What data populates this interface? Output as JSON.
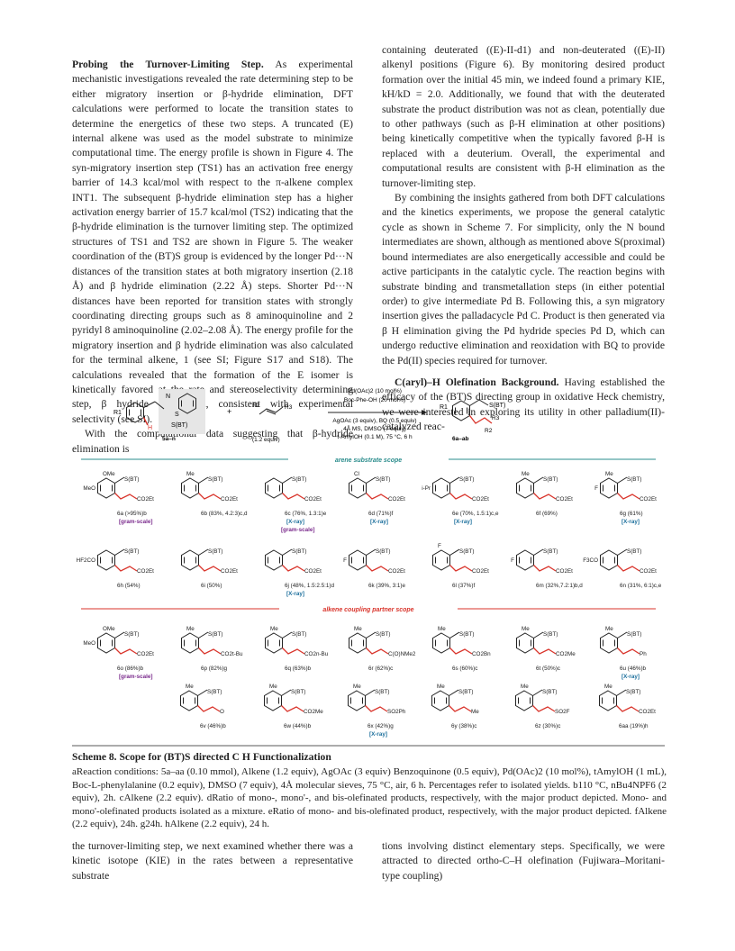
{
  "left_column": {
    "heading": "Probing the Turnover-Limiting Step.",
    "paragraphs": [
      "As experimental mechanistic investigations revealed the rate determining step to be either migratory insertion or β-hydride elimination, DFT calculations were performed to locate the transition states to determine the energetics of these two steps. A truncated (E) internal alkene was used as the model substrate to minimize computational time. The energy profile is shown in Figure 4. The syn-migratory insertion step (TS1) has an activation free energy barrier of 14.3 kcal/mol with respect to the π-alkene complex INT1. The subsequent β-hydride elimination step has a higher activation energy barrier of 15.7 kcal/mol (TS2) indicating that the β-hydride elimination is the turnover limiting step. The optimized structures of TS1 and TS2 are shown in Figure 5. The weaker coordination of the (BT)S group is evidenced by the longer Pd···N distances of the transition states at both migratory insertion (2.18 Å) and β hydride elimination (2.22 Å) steps. Shorter Pd···N distances have been reported for transition states with strongly coordinating directing groups such as 8 aminoquinoline and 2 pyridyl 8 aminoquinoline (2.02–2.08 Å). The energy profile for the migratory insertion and β hydride elimination was also calculated for the terminal alkene, 1 (see SI; Figure S17 and S18). The calculations revealed that the formation of the E isomer is kinetically favored at the rate and stereoselectivity determining step, β hydride elimination, consistent with experimental selectivity (see SI).",
      "With the computational data suggesting that β-hydride elimination is"
    ]
  },
  "right_column": {
    "paragraphs": [
      "containing deuterated ((E)-II-d1) and non-deuterated ((E)-II) alkenyl positions (Figure 6). By monitoring desired product formation over the initial 45 min, we indeed found a primary KIE, kH/kD = 2.0. Additionally, we found that with the deuterated substrate the product distribution was not as clean, potentially due to other pathways (such as β-H elimination at other positions) being kinetically competitive when the typically favored β-H is replaced with a deuterium. Overall, the experimental and computational results are consistent with β-H elimination as the turnover-limiting step.",
      "By combining the insights gathered from both DFT calculations and the kinetics experiments, we propose the general catalytic cycle as shown in Scheme 7. For simplicity, only the N bound intermediates are shown, although as mentioned above S(proximal) bound intermediates are also energetically accessible and could be active participants in the catalytic cycle. The reaction begins with substrate binding and transmetallation steps (in either potential order) to give intermediate Pd B. Following this, a syn migratory insertion gives the palladacycle Pd C. Product is then generated via β H elimination giving the Pd hydride species Pd D, which can undergo reductive elimination and reoxidation with BQ to provide the Pd(II) species required for turnover."
    ],
    "heading": "C(aryl)–H Olefination Background.",
    "heading_text": "Having established the efficacy of the (BT)S directing group in oxidative Heck chemistry, we were interested in exploring its utility in other palladium(II)-catalyzed reac-"
  },
  "scheme": {
    "reaction": {
      "substrate_label": "5a–n",
      "substrate_group": "S(BT)",
      "alkene_equiv": "(1.2 equiv)",
      "product_label": "6a–ab",
      "conditions": [
        "Pd(OAc)2 (10 mol%)",
        "Boc-Phe-OH (20 mol%)",
        "AgOAc (3 equiv), BQ (0.5 equiv)",
        "4Å MS, DMSO (7 equiv)",
        "t-AmylOH (0.1 M), 75 °C, 6 h"
      ],
      "plus": "+"
    },
    "section_arene": "arene substrate scope",
    "section_alkene": "alkene coupling partner scope",
    "compounds_row1": [
      {
        "id": "6a",
        "yield": "(>95%)b",
        "note": "[gram-scale]",
        "note_color": "#7a2a8c"
      },
      {
        "id": "6b",
        "yield": "(83%, 4.2:3)c,d",
        "note": "",
        "note_color": ""
      },
      {
        "id": "6c",
        "yield": "(76%, 1.3:1)e",
        "note": "[X-ray]",
        "note2": "[gram-scale]",
        "note_color": "#1c6f9c"
      },
      {
        "id": "6d",
        "yield": "(71%)f",
        "note": "[X-ray]",
        "note_color": "#1c6f9c"
      },
      {
        "id": "6e",
        "yield": "(70%, 1.5:1)c,e",
        "note": "[X-ray]",
        "note_color": "#1c6f9c"
      },
      {
        "id": "6f",
        "yield": "(69%)",
        "note": "",
        "note_color": ""
      },
      {
        "id": "6g",
        "yield": "(61%)",
        "note": "[X-ray]",
        "note_color": "#1c6f9c"
      }
    ],
    "compounds_row2": [
      {
        "id": "6h",
        "yield": "(54%)",
        "note": ""
      },
      {
        "id": "6i",
        "yield": "(50%)",
        "note": ""
      },
      {
        "id": "6j",
        "yield": "(48%, 1.5:2.5:1)d",
        "note": "[X-ray]"
      },
      {
        "id": "6k",
        "yield": "(39%, 3:1)e",
        "note": ""
      },
      {
        "id": "6l",
        "yield": "(37%)f",
        "note": ""
      },
      {
        "id": "6m",
        "yield": "(32%,7.2:1)b,d",
        "note": ""
      },
      {
        "id": "6n",
        "yield": "(31%, 6:1)c,e",
        "note": ""
      }
    ],
    "compounds_row3": [
      {
        "id": "6o",
        "yield": "(86%)b",
        "note": "[gram-scale]"
      },
      {
        "id": "6p",
        "yield": "(82%)g",
        "sub": "CO2t-Bu"
      },
      {
        "id": "6q",
        "yield": "(63%)b",
        "sub": "CO2n-Bu"
      },
      {
        "id": "6r",
        "yield": "(62%)c",
        "sub": "C(O)NMe2"
      },
      {
        "id": "6s",
        "yield": "(60%)c",
        "sub": "CO2Bn"
      },
      {
        "id": "6t",
        "yield": "(50%)c",
        "sub": "CO2Me"
      },
      {
        "id": "6u",
        "yield": "(46%)b",
        "sub": "Ph",
        "note": "[X-ray]"
      }
    ],
    "compounds_row4": [
      {
        "id": "6v",
        "yield": "(46%)b",
        "sub": "O",
        "sub2": "Me"
      },
      {
        "id": "6w",
        "yield": "(44%)b",
        "sub": "CO2Me"
      },
      {
        "id": "6x",
        "yield": "(42%)g",
        "sub": "SO2Ph",
        "note": "[X-ray]"
      },
      {
        "id": "6y",
        "yield": "(38%)c",
        "sub": "Me"
      },
      {
        "id": "6z",
        "yield": "(30%)c",
        "sub": "SO2F"
      },
      {
        "id": "6aa",
        "yield": "(19%)h",
        "sub": "CO2Et",
        "sub2": "Me"
      }
    ],
    "labels": {
      "sbt": "S(BT)",
      "co2et": "CO2Et",
      "ome": "OMe",
      "meo": "MeO",
      "me": "Me",
      "cl": "Cl",
      "ipr": "i-Pr",
      "f": "F",
      "hf2co": "HF2CO",
      "f3co": "F3CO",
      "r1": "R1",
      "r2": "R2",
      "r3": "R3",
      "h": "H",
      "co2me": "CO2Me",
      "o": "O",
      "n": "N",
      "s": "S",
      "five": "5"
    }
  },
  "caption": {
    "title": "Scheme 8. Scope for (BT)S directed C H Functionalization",
    "note": "aReaction conditions: 5a–aa (0.10 mmol), Alkene (1.2 equiv), AgOAc (3 equiv) Benzoquinone (0.5 equiv), Pd(OAc)2 (10 mol%), tAmylOH (1 mL), Boc-L-phenylalanine (0.2 equiv), DMSO (7 equiv), 4Å molecular sieves, 75 °C, air, 6 h. Percentages refer to isolated yields. b110 °C, nBu4NPF6 (2 equiv), 2h. cAlkene (2.2 equiv). dRatio of mono-, mono'-, and bis-olefinated products, respectively, with the major product depicted. Mono- and mono'-olefinated products isolated as a mixture. eRatio of mono- and bis-olefinated product, respectively, with the major product depicted. fAlkene (2.2 equiv), 24h. g24h. hAlkene (2.2 equiv), 24 h."
  },
  "bottom_left": "the turnover-limiting step, we next examined whether there was a kinetic isotope (KIE) in the rates between a representative substrate",
  "bottom_right": "tions involving distinct elementary steps. Specifically, we were attracted to directed ortho-C–H olefination (Fujiwara–Moritani-type coupling)",
  "colors": {
    "accent_teal": "#2a8c8c",
    "accent_red": "#d9342b",
    "xray_blue": "#1c6f9c",
    "gram_purple": "#7a2a8c"
  }
}
